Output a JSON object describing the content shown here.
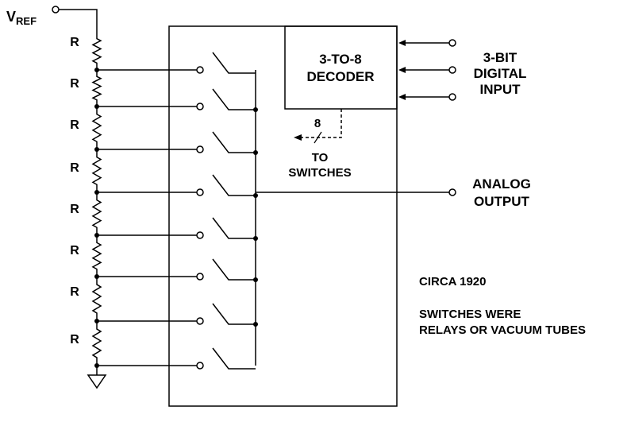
{
  "vref": {
    "main": "V",
    "sub": "REF"
  },
  "resistor_label": "R",
  "resistor_count": 8,
  "decoder": {
    "line1": "3-TO-8",
    "line2": "DECODER"
  },
  "digital_input": {
    "line1": "3-BIT",
    "line2": "DIGITAL",
    "line3": "INPUT"
  },
  "bus": {
    "count": "8",
    "to_line1": "TO",
    "to_line2": "SWITCHES"
  },
  "analog_output": {
    "line1": "ANALOG",
    "line2": "OUTPUT"
  },
  "notes": {
    "circa": "CIRCA 1920",
    "line1": "SWITCHES WERE",
    "line2": "RELAYS OR VACUUM TUBES"
  }
}
